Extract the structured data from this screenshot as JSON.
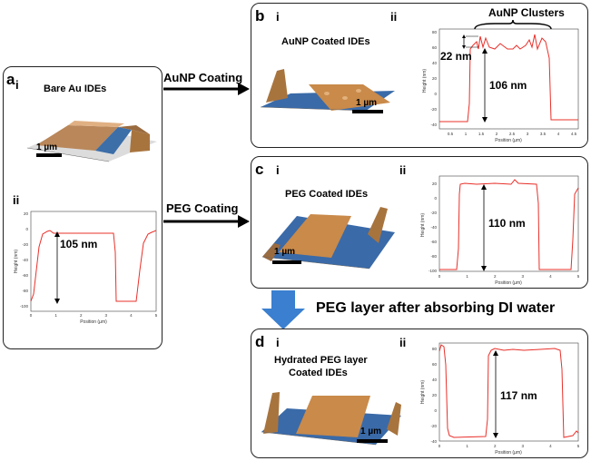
{
  "panel_a": {
    "letter": "a",
    "sub_i": "i",
    "sub_ii": "ii",
    "title": "Bare Au IDEs",
    "scale": "1 µm",
    "plot": {
      "ylabel": "Height (nm)",
      "xlabel": "Position (µm)",
      "yticks": [
        "20",
        "0",
        "-20",
        "-40",
        "-60",
        "-80",
        "-100"
      ],
      "xticks": [
        "0",
        "1",
        "2",
        "3",
        "4",
        "5"
      ],
      "annotation": "105 nm"
    }
  },
  "panel_b": {
    "letter": "b",
    "sub_i": "i",
    "sub_ii": "ii",
    "title": "AuNP Coated IDEs",
    "scale": "1 µm",
    "plot": {
      "ylabel": "Height (nm)",
      "xlabel": "Position (µm)",
      "yticks": [
        "80",
        "60",
        "40",
        "20",
        "0",
        "-20",
        "-40"
      ],
      "xticks": [
        "0.5",
        "1",
        "1.5",
        "2",
        "2.5",
        "3",
        "3.5",
        "4",
        "4.5"
      ],
      "annotation": "106 nm",
      "annotation2": "22 nm",
      "brace_label": "AuNP Clusters"
    }
  },
  "panel_c": {
    "letter": "c",
    "sub_i": "i",
    "sub_ii": "ii",
    "title": "PEG Coated IDEs",
    "scale": "1 µm",
    "plot": {
      "ylabel": "Height (nm)",
      "xlabel": "Position (µm)",
      "yticks": [
        "20",
        "0",
        "-20",
        "-40",
        "-60",
        "-80",
        "-100"
      ],
      "xticks": [
        "0",
        "1",
        "2",
        "3",
        "4",
        "5"
      ],
      "annotation": "110 nm"
    }
  },
  "panel_d": {
    "letter": "d",
    "sub_i": "i",
    "sub_ii": "ii",
    "title_line1": "Hydrated PEG layer",
    "title_line2": "Coated IDEs",
    "scale": "1 µm",
    "plot": {
      "ylabel": "Height (nm)",
      "xlabel": "Position (µm)",
      "yticks": [
        "80",
        "60",
        "40",
        "20",
        "0",
        "-20",
        "-40"
      ],
      "xticks": [
        "0",
        "1",
        "2",
        "3",
        "4",
        "5"
      ],
      "annotation": "117 nm"
    }
  },
  "arrows": {
    "aunp": "AuNP Coating",
    "peg": "PEG Coating",
    "water": "PEG layer after absorbing DI water"
  },
  "colors": {
    "trace": "#e8302a",
    "arrow_blue": "#3a7fd0",
    "afm_orange": "#c98a4a",
    "afm_blue": "#3a6aa8"
  }
}
